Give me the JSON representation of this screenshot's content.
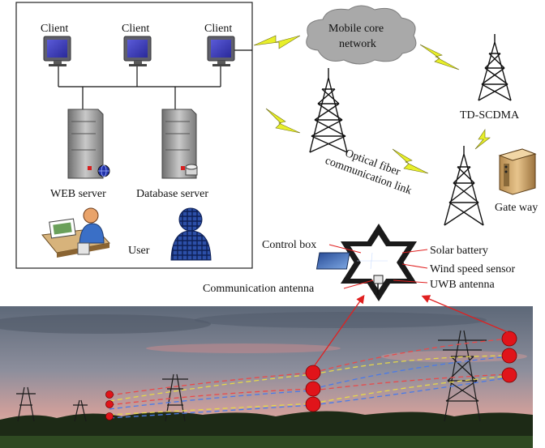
{
  "network": {
    "clients": [
      "Client",
      "Client",
      "Client"
    ],
    "web_server": "WEB server",
    "database_server": "Database server",
    "user": "User",
    "mobile_core": [
      "Mobile core",
      "network"
    ],
    "td_scdma": "TD-SCDMA",
    "optical_link": [
      "Optical fiber",
      "communication link"
    ],
    "gateway": "Gate way"
  },
  "device": {
    "control_box": "Control box",
    "solar_battery": "Solar battery",
    "wind_speed_sensor": "Wind speed sensor",
    "uwb_antenna": "UWB antenna",
    "communication_antenna": "Communication antenna"
  },
  "colors": {
    "line": "#000000",
    "lightning": "#e8ef2a",
    "marker": "#e0141a",
    "arrow": "#e02020",
    "cloud": "#a8a8a8",
    "sky_top": "#6f7a8a",
    "sky_horizon": "#d6a8a2",
    "ground": "#1d2a16",
    "wire_red": "#e84a4a",
    "wire_yellow": "#e6d84a",
    "wire_blue": "#4a7ae8"
  }
}
